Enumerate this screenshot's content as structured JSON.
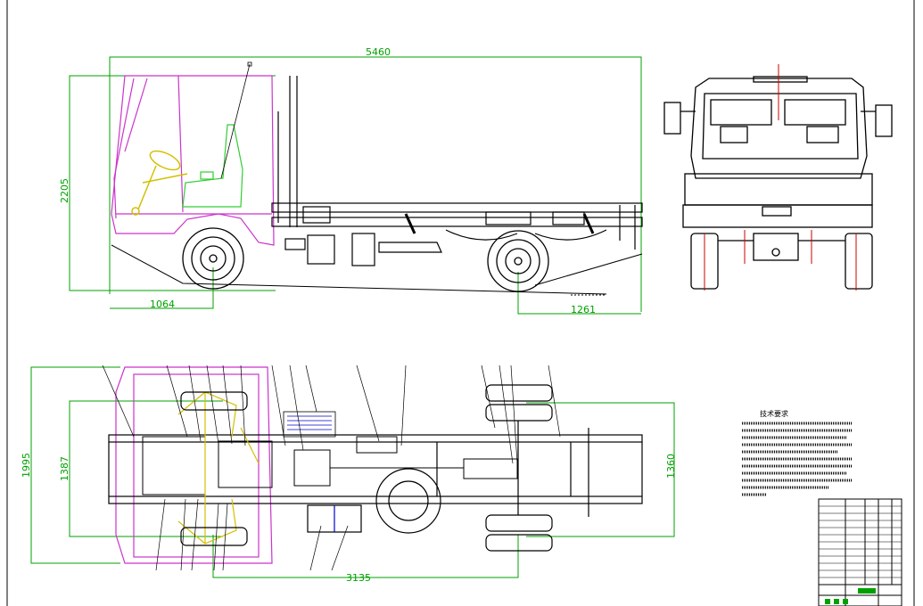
{
  "dimensions": {
    "overall_length": "5460",
    "overall_height": "2205",
    "front_overhang": "1064",
    "rear_overhang": "1261",
    "overall_width": "1995",
    "front_track": "1387",
    "rear_track": "1360",
    "wheelbase": "3135"
  },
  "notes": {
    "title": "技术要求"
  },
  "colors": {
    "outline": "#000000",
    "dimension": "#00a000",
    "cab": "#cc33cc",
    "seat": "#33cc33",
    "steering": "#d4c000",
    "centerline": "#cc0000",
    "fuel": "#0000cc"
  }
}
